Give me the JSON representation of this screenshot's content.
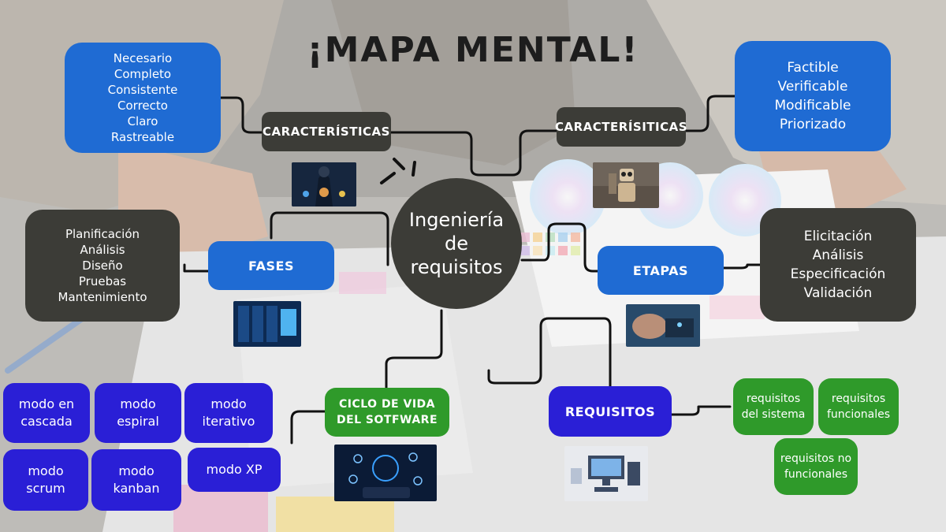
{
  "title": "¡MAPA MENTAL!",
  "center": "Ingeniería de requisitos",
  "caracteristicas_left": {
    "label": "CARACTERÍSTICAS",
    "items": [
      "Necesario",
      "Completo",
      "Consistente",
      "Correcto",
      "Claro",
      "Rastreable"
    ]
  },
  "caracteristicas_right": {
    "label": "CARACTERÍSITICAS",
    "items": [
      "Factible",
      "Verificable",
      "Modificable",
      "Priorizado"
    ]
  },
  "fases": {
    "label": "FASES",
    "items": [
      "Planificación",
      "Análisis",
      "Diseño",
      "Pruebas",
      "Mantenimiento"
    ]
  },
  "etapas": {
    "label": "ETAPAS",
    "items": [
      "Elicitación",
      "Análisis",
      "Especificación",
      "Validación"
    ]
  },
  "ciclo": {
    "label": "CICLO DE VIDA DEL SOTFWARE",
    "modes": [
      "modo en cascada",
      "modo espiral",
      "modo iterativo",
      "modo scrum",
      "modo kanban",
      "modo XP"
    ]
  },
  "requisitos": {
    "label": "REQUISITOS",
    "items": [
      "requisitos del sistema",
      "requisitos funcionales",
      "requisitos no funcionales"
    ]
  },
  "colors": {
    "dark_box": "#3c3c37",
    "blue_box": "#1f6bd3",
    "indigo_box": "#2a1fd6",
    "green_box": "#2f9a2a",
    "connector": "#111111"
  }
}
